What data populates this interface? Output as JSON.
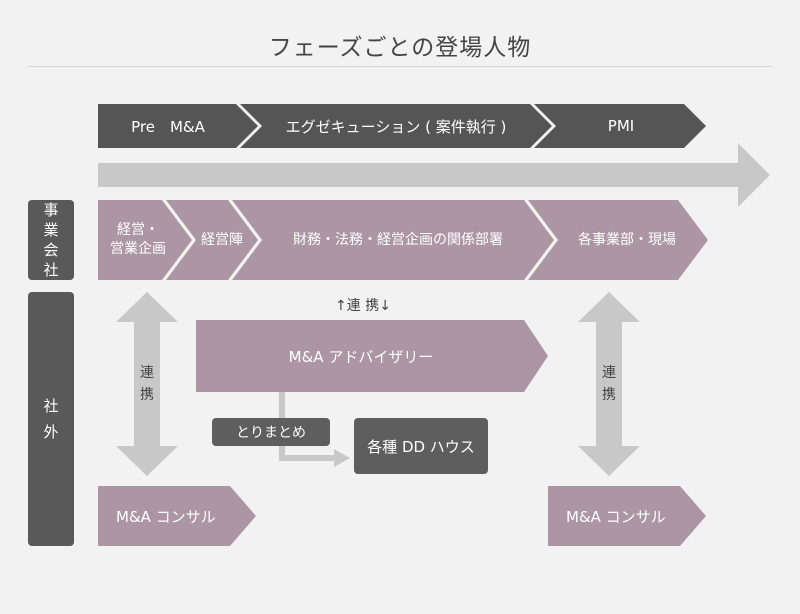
{
  "title": "フェーズごとの登場人物",
  "phases": [
    "Pre　M&A",
    "エグゼキューション ( 案件執行 )",
    "PMI"
  ],
  "side": {
    "company": "事業会社",
    "outside": "社外"
  },
  "company_flow": {
    "step1_line1": "経営・",
    "step1_line2": "営業企画",
    "step2": "経営陣",
    "step3": "財務・法務・経営企画の関係部署",
    "step4": "各事業部・現場"
  },
  "coordination": "↑連 携↓",
  "coordination_vertical": "連携",
  "advisory": "M&A アドバイザリー",
  "summary_tag": "とりまとめ",
  "dd_house": "各種 DD ハウス",
  "consultant": "M&A コンサル",
  "colors": {
    "phase_bar": "#555555",
    "mauve": "#ac96a4",
    "gray_arrow": "#c8c8c8",
    "dark_box": "#595959"
  }
}
